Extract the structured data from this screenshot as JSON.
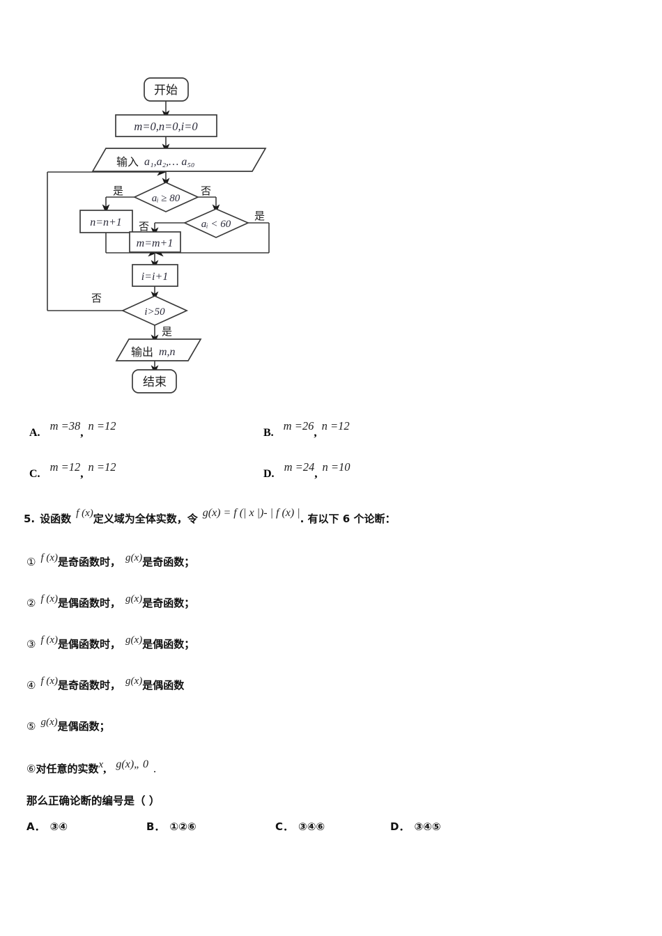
{
  "flowchart": {
    "nodes": {
      "start": "开始",
      "init": "m=0,n=0,i=0",
      "input_prefix": "输入",
      "input_seq": "a₁,a₂,… a₅₀",
      "cond1": "aᵢ ≥ 80",
      "cond2": "aᵢ < 60",
      "incr_n": "n=n+1",
      "incr_m": "m=m+1",
      "incr_i": "i=i+1",
      "cond3": "i>50",
      "output_prefix": "输出",
      "output_vars": "m,n",
      "end": "结束"
    },
    "edge_labels": {
      "yes": "是",
      "no": "否",
      "cond1_yes": "是",
      "cond1_no": "否",
      "cond2_yes": "是",
      "cond2_no": "否",
      "cond3_yes": "是",
      "cond3_no": "否"
    }
  },
  "question4_options": [
    {
      "label": "A.",
      "m": "m =38",
      "sep": ",",
      "n": "n =12"
    },
    {
      "label": "B.",
      "m": "m =26",
      "sep": ",",
      "n": "n =12"
    },
    {
      "label": "C.",
      "m": "m =12",
      "sep": ",",
      "n": "n =12"
    },
    {
      "label": "D.",
      "m": "m =24",
      "sep": ",",
      "n": "n =10"
    }
  ],
  "question5": {
    "number": "5.",
    "stem_part1": "设函数",
    "stem_fx": "f (x)",
    "stem_part2": "定义域为全体实数，令",
    "stem_formula": "g(x) = f (| x |)- | f (x) |",
    "stem_part3": ". 有以下 6 个论断：",
    "statements": [
      {
        "num": "①",
        "fn1": "f (x)",
        "text1": "是奇函数时，",
        "fn2": "g(x)",
        "text2": "是奇函数；"
      },
      {
        "num": "②",
        "fn1": "f (x)",
        "text1": "是偶函数时，",
        "fn2": "g(x)",
        "text2": "是奇函数；"
      },
      {
        "num": "③",
        "fn1": "f (x)",
        "text1": "是偶函数时，",
        "fn2": "g(x)",
        "text2": "是偶函数；"
      },
      {
        "num": "④",
        "fn1": "f (x)",
        "text1": "是奇函数时，",
        "fn2": "g(x)",
        "text2": "是偶函数"
      },
      {
        "num": "⑤",
        "fn1": "g(x)",
        "text1": "是偶函数；",
        "fn2": "",
        "text2": ""
      },
      {
        "num": "⑥",
        "fn1": "x",
        "text1": "对任意的实数",
        "fn2": "g(x)„ 0",
        "text2": "."
      }
    ],
    "prompt": "那么正确论断的编号是（  ）",
    "options": [
      {
        "label": "A．",
        "value": "③④"
      },
      {
        "label": "B．",
        "value": "①②⑥"
      },
      {
        "label": "C．",
        "value": "③④⑥"
      },
      {
        "label": "D．",
        "value": "③④⑤"
      }
    ]
  }
}
